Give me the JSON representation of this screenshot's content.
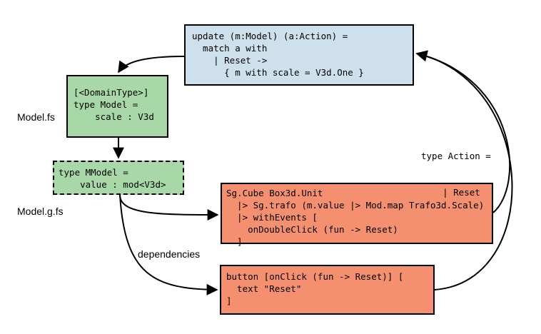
{
  "boxes": {
    "update": {
      "lines": [
        "update (m:Model) (a:Action) =",
        "  match a with",
        "    | Reset ->",
        "      { m with scale = V3d.One }"
      ],
      "fill": "#cfe0ed"
    },
    "model": {
      "lines": [
        "[<DomainType>]",
        "type Model =",
        "    scale : V3d"
      ],
      "fill": "#a8d8a8"
    },
    "mmodel": {
      "lines": [
        "type MModel =",
        "    value : mod<V3d>"
      ],
      "fill": "#a8d8a8",
      "border": "dashed"
    },
    "cube": {
      "lines": [
        "Sg.Cube Box3d.Unit",
        "  |> Sg.trafo (m.value |> Mod.map Trafo3d.Scale)",
        "  |> withEvents [",
        "    onDoubleClick (fun -> Reset)",
        "  ]"
      ],
      "fill": "#f4906f"
    },
    "button": {
      "lines": [
        "button [onClick (fun -> Reset)] [",
        "  text \"Reset\"",
        "]"
      ],
      "fill": "#f4906f"
    }
  },
  "labels": {
    "model_fs": "Model.fs",
    "model_g_fs": "Model.g.fs",
    "dependencies": "dependencies",
    "action_lines": [
      "type Action =",
      "    | Reset"
    ]
  }
}
